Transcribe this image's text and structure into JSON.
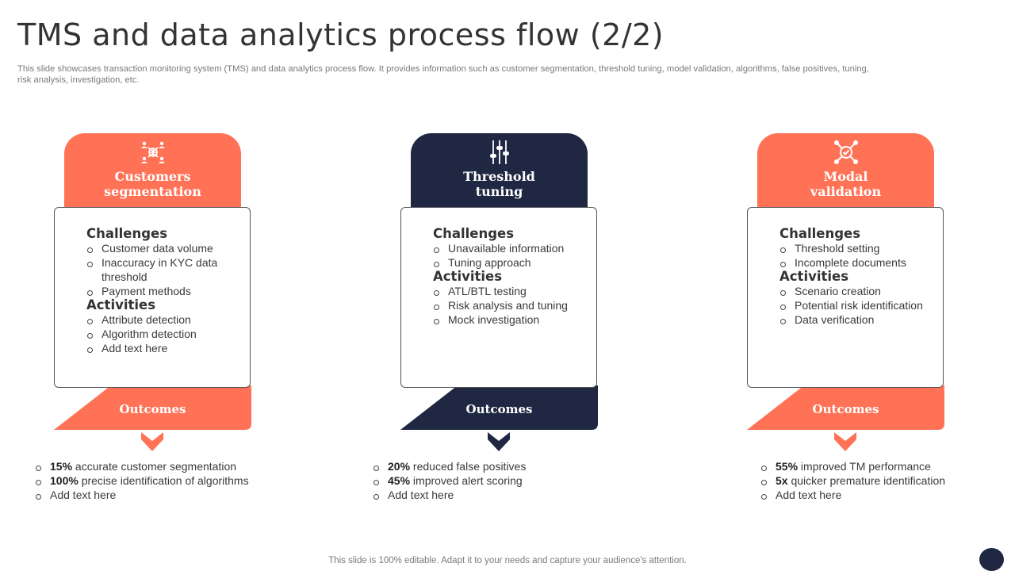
{
  "title": "TMS and data analytics process flow (2/2)",
  "subtitle": "This slide showcases transaction monitoring system (TMS) and data analytics process flow. It provides information such as customer segmentation, threshold tuning, model validation, algorithms, false positives, tuning, risk analysis, investigation, etc.",
  "colors": {
    "coral": "#ff7256",
    "navy": "#1f2743"
  },
  "columns": [
    {
      "icon": "people-network-icon",
      "color": "#ff7256",
      "header": "Customers\nsegmentation",
      "challenges_title": "Challenges",
      "challenges": [
        "Customer data volume",
        "Inaccuracy in KYC data threshold",
        "Payment methods"
      ],
      "activities_title": "Activities",
      "activities": [
        "Attribute detection",
        "Algorithm detection",
        "Add text here"
      ],
      "outcome_label": "Outcomes",
      "outcomes": [
        {
          "bold": "15%",
          "text": " accurate customer segmentation"
        },
        {
          "bold": "100%",
          "text": " precise identification of algorithms"
        },
        {
          "bold": "",
          "text": "Add text here"
        }
      ]
    },
    {
      "icon": "sliders-icon",
      "color": "#1f2743",
      "header": "Threshold\ntuning",
      "challenges_title": "Challenges",
      "challenges": [
        "Unavailable information",
        "Tuning approach"
      ],
      "activities_title": "Activities",
      "activities": [
        "ATL/BTL testing",
        "Risk analysis and tuning",
        "Mock investigation"
      ],
      "outcome_label": "Outcomes",
      "outcomes": [
        {
          "bold": "20%",
          "text": " reduced false positives"
        },
        {
          "bold": "45%",
          "text": " improved alert scoring"
        },
        {
          "bold": "",
          "text": "Add text here"
        }
      ]
    },
    {
      "icon": "check-network-icon",
      "color": "#ff7256",
      "header": "Modal\nvalidation",
      "challenges_title": "Challenges",
      "challenges": [
        "Threshold setting",
        "Incomplete documents"
      ],
      "activities_title": "Activities",
      "activities": [
        "Scenario creation",
        "Potential risk identification",
        "Data verification"
      ],
      "outcome_label": "Outcomes",
      "outcomes": [
        {
          "bold": "55%",
          "text": " improved TM performance"
        },
        {
          "bold": "5x",
          "text": " quicker premature identification"
        },
        {
          "bold": "",
          "text": "Add text here"
        }
      ]
    }
  ],
  "footer": "This slide is 100% editable. Adapt it to your needs and capture your audience's attention."
}
